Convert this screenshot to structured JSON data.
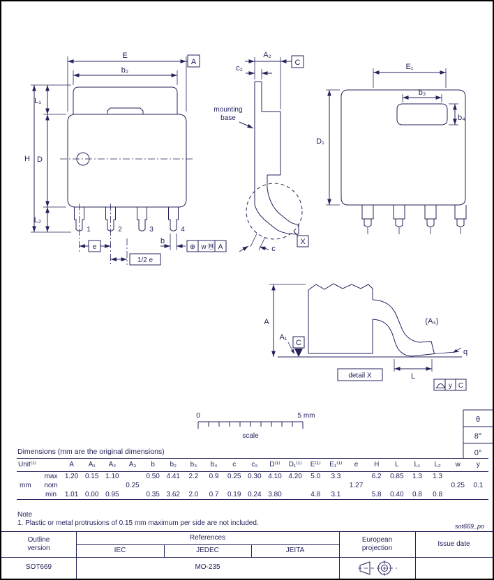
{
  "page": {
    "caption": "Dimensions (mm are the original dimensions)",
    "doc_ref": "sot669_po"
  },
  "front": {
    "E": "E",
    "b2": "b₂",
    "L1": "L₁",
    "D": "D",
    "H": "H",
    "L2": "L₂",
    "datum_A": "A",
    "pin1": "1",
    "pin2": "2",
    "pin3": "3",
    "pin4": "4",
    "e": "e",
    "b": "b",
    "half_e": "1/2 e",
    "frame_sym": "⊕",
    "frame_w": "w",
    "frame_mod": "Ⓜ",
    "frame_datum": "A"
  },
  "side": {
    "A2": "A₂",
    "c2": "c₂",
    "datum_C": "C",
    "mounting_1": "mounting",
    "mounting_2": "base",
    "c": "c",
    "detail_ref": "X"
  },
  "back": {
    "E1": "E₁",
    "b3": "b₃",
    "b4": "b₄",
    "D1": "D₁"
  },
  "detail": {
    "A": "A",
    "A1": "A₁",
    "datum_C": "C",
    "A3": "(A₃)",
    "L": "L",
    "q": "q",
    "label": "detail X",
    "frame_y": "y",
    "frame_datum": "C"
  },
  "scale": {
    "zero": "0",
    "end": "5 mm",
    "label": "scale"
  },
  "theta": {
    "sym": "θ",
    "max": "8°",
    "min": "0°"
  },
  "table": {
    "unit_header": "Unit⁽¹⁾",
    "unit": "mm",
    "columns": [
      "A",
      "A₁",
      "A₂",
      "A₃",
      "b",
      "b₂",
      "b₃",
      "b₄",
      "c",
      "c₂",
      "D⁽¹⁾",
      "D₁⁽¹⁾",
      "E⁽¹⁾",
      "E₁⁽¹⁾",
      "e",
      "H",
      "L",
      "L₁",
      "L₂",
      "w",
      "y"
    ],
    "rows": [
      {
        "label": "max",
        "values": [
          "1.20",
          "0.15",
          "1.10",
          "",
          "0.50",
          "4.41",
          "2.2",
          "0.9",
          "0.25",
          "0.30",
          "4.10",
          "4.20",
          "5.0",
          "3.3",
          "",
          "6.2",
          "0.85",
          "1.3",
          "1.3",
          "",
          ""
        ]
      },
      {
        "label": "nom",
        "values": [
          "",
          "",
          "",
          "0.25",
          "",
          "",
          "",
          "",
          "",
          "",
          "",
          "",
          "",
          "",
          "1.27",
          "",
          "",
          "",
          "",
          "0.25",
          "0.1"
        ]
      },
      {
        "label": "min",
        "values": [
          "1.01",
          "0.00",
          "0.95",
          "",
          "0.35",
          "3.62",
          "2.0",
          "0.7",
          "0.19",
          "0.24",
          "3.80",
          "",
          "4.8",
          "3.1",
          "",
          "5.8",
          "0.40",
          "0.8",
          "0.8",
          "",
          ""
        ]
      }
    ]
  },
  "note": {
    "title": "Note",
    "item1": "1. Plastic or metal protrusions of 0.15 mm maximum per side are not included."
  },
  "footer": {
    "outline_version_label": "Outline version",
    "references_label": "References",
    "iec_label": "IEC",
    "jedec_label": "JEDEC",
    "jeita_label": "JEITA",
    "european_projection_label": "European projection",
    "issue_date_label": "Issue date",
    "outline_version_value": "SOT669",
    "references_value": "MO-235"
  }
}
